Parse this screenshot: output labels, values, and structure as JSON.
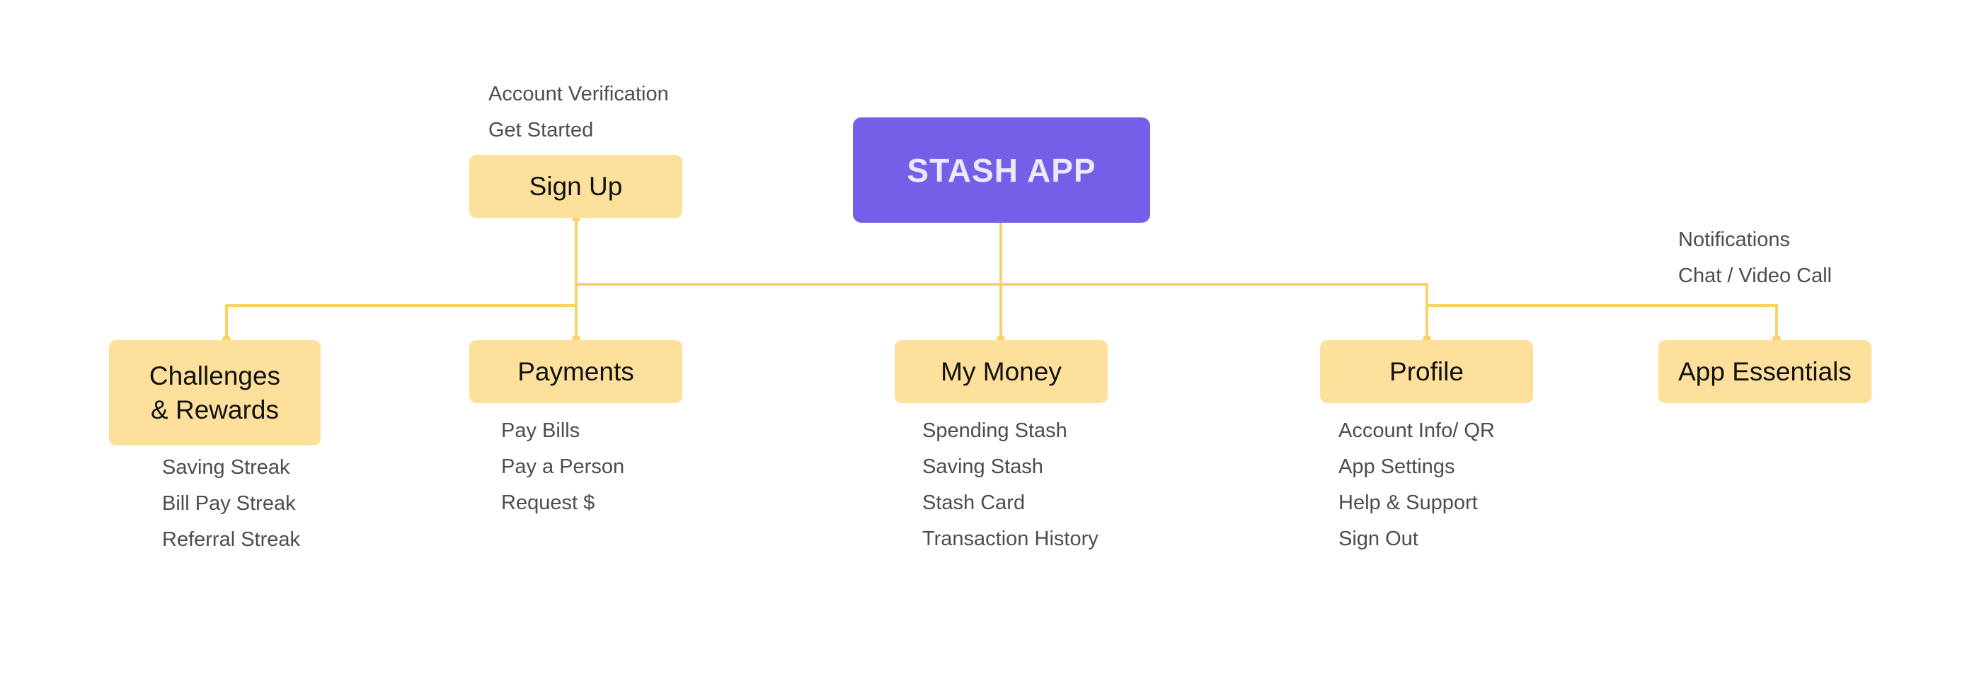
{
  "root": {
    "label": "STASH APP",
    "color": "#765fe8"
  },
  "nodes": {
    "signup": {
      "label": "Sign Up",
      "items": [
        "Account Verification",
        "Get Started"
      ]
    },
    "challenges": {
      "label": "Challenges\n& Rewards",
      "items": [
        "Saving Streak",
        "Bill Pay Streak",
        "Referral Streak"
      ]
    },
    "payments": {
      "label": "Payments",
      "items": [
        "Pay Bills",
        "Pay a Person",
        "Request $"
      ]
    },
    "mymoney": {
      "label": "My Money",
      "items": [
        "Spending Stash",
        "Saving Stash",
        "Stash Card",
        "Transaction History"
      ]
    },
    "profile": {
      "label": "Profile",
      "items": [
        "Account Info/ QR",
        "App Settings",
        "Help & Support",
        "Sign Out"
      ]
    },
    "essentials": {
      "label": "App Essentials",
      "items": [
        "Notifications",
        "Chat / Video Call"
      ]
    }
  },
  "colors": {
    "node_fill": "#fde09c",
    "connector": "#fbd169",
    "text": "#4d4d4d"
  }
}
